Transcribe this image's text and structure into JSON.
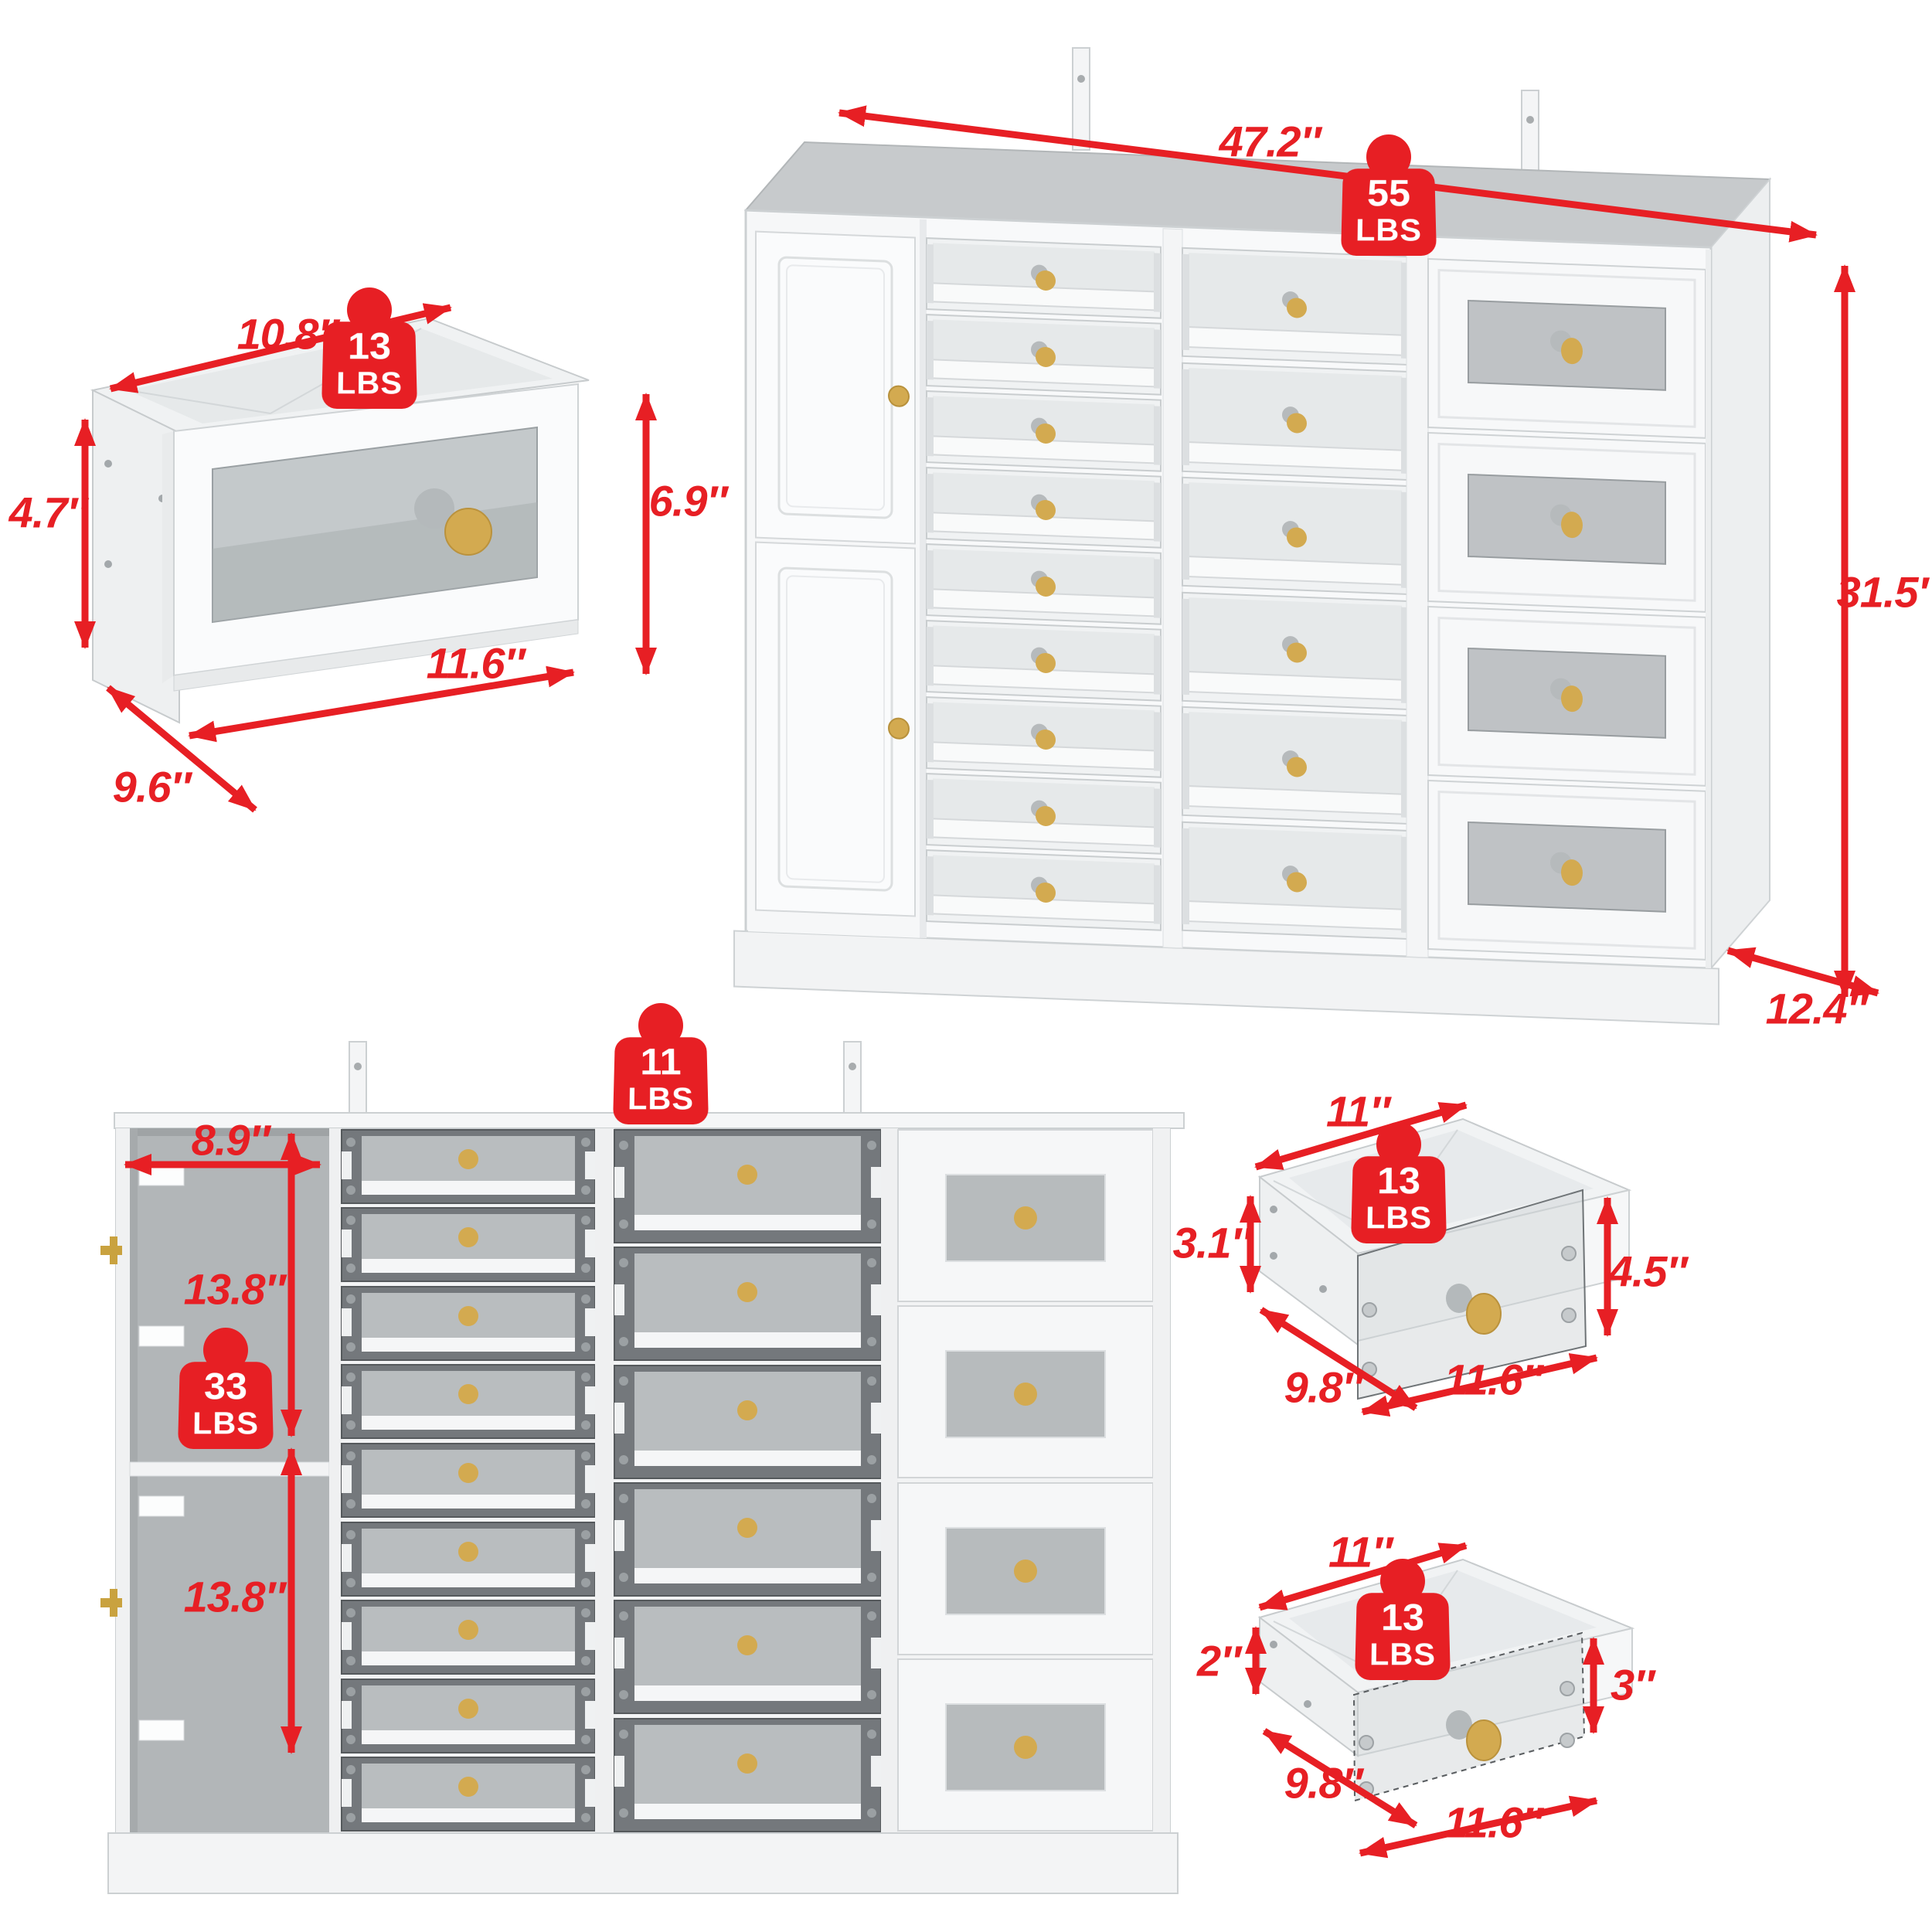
{
  "accent_color": "#e71f24",
  "cabinet_3d": {
    "width": "47.2″",
    "height": "31.5″",
    "depth": "12.4″",
    "weight": {
      "value": "55",
      "unit": "LBS"
    }
  },
  "drawer_small": {
    "top_width": "10.8″",
    "side_height": "4.7″",
    "depth": "9.6″",
    "front_width": "11.6″",
    "front_height": "6.9″",
    "weight": {
      "value": "13",
      "unit": "LBS"
    }
  },
  "cabinet_front": {
    "compartment_width": "8.9″",
    "upper_compartment_height": "13.8″",
    "lower_compartment_height": "13.8″",
    "weight_top": {
      "value": "11",
      "unit": "LBS"
    },
    "weight_shelf": {
      "value": "33",
      "unit": "LBS"
    }
  },
  "drawer_tall": {
    "top_width": "11″",
    "side_height": "3.1″",
    "depth": "9.8″",
    "front_width": "11.6″",
    "front_height": "4.5″",
    "weight": {
      "value": "13",
      "unit": "LBS"
    }
  },
  "drawer_short": {
    "top_width": "11″",
    "side_height": "2″",
    "depth": "9.8″",
    "front_width": "11.6″",
    "front_height": "3″",
    "weight": {
      "value": "13",
      "unit": "LBS"
    }
  }
}
